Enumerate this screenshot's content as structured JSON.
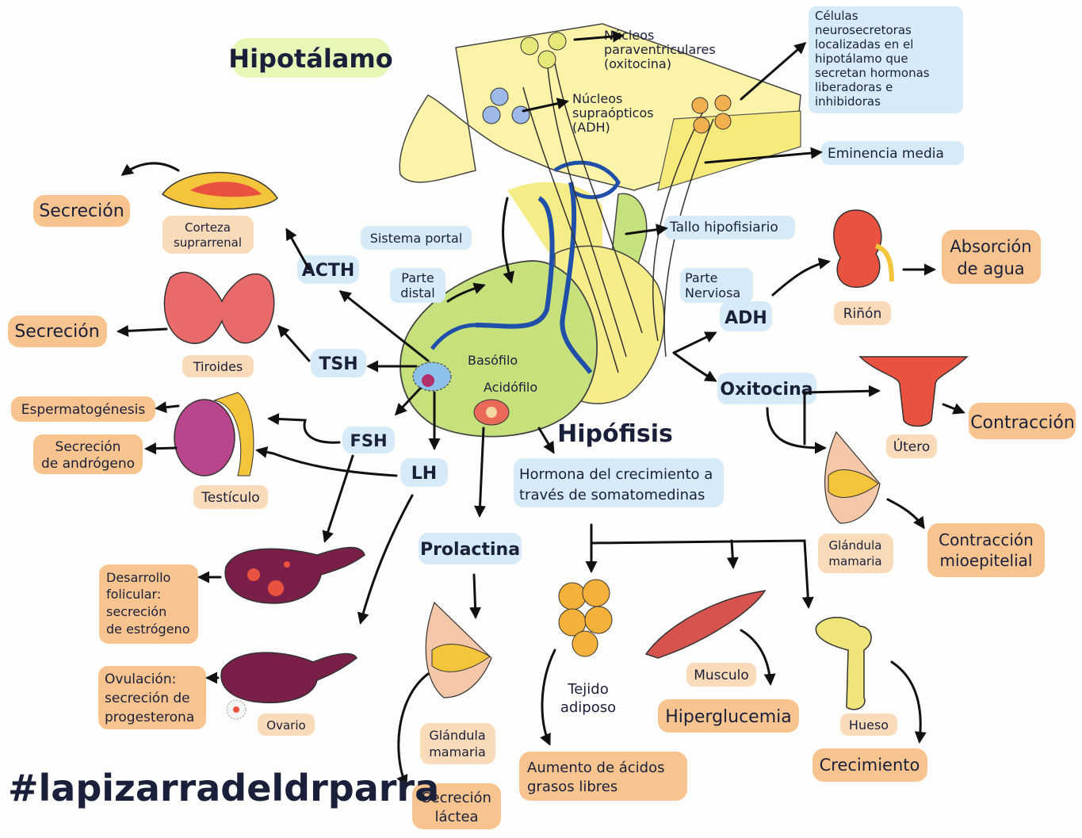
{
  "title_hypothalamus": "Hipotálamo",
  "title_pituitary": "Hipófisis",
  "hashtag": "#lapizarradeldrparra",
  "top": {
    "paraventricular": [
      "Núcleos",
      "paraventriculares",
      "(oxitocina)"
    ],
    "supraoptic": [
      "Núcleos",
      "supraópticos",
      "(ADH)"
    ],
    "neurosecretory": [
      "Células",
      "neurosecretoras",
      "localizadas en el",
      "hipotálamo que",
      "secretan hormonas",
      "liberadoras e",
      "inhibidoras"
    ],
    "median_eminence": "Eminencia media",
    "stalk": "Tallo hipofisiario",
    "portal": "Sistema portal",
    "pars_distalis": [
      "Parte",
      "distal"
    ],
    "pars_nervosa": [
      "Parte",
      "Nerviosa"
    ],
    "basophil": "Basófilo",
    "acidophil": "Acidófilo"
  },
  "hormones": {
    "acth": "ACTH",
    "tsh": "TSH",
    "fsh": "FSH",
    "lh": "LH",
    "adh": "ADH",
    "oxytocin": "Oxitocina",
    "prolactin": "Prolactina",
    "gh": [
      "Hormona del crecimiento a",
      "través de somatomedinas"
    ]
  },
  "organs": {
    "adrenal": [
      "Corteza",
      "suprarrenal"
    ],
    "thyroid": "Tiroides",
    "testis": "Testículo",
    "ovary": "Ovario",
    "kidney": "Riñón",
    "uterus": "Útero",
    "mammary_right": [
      "Glándula",
      "mamaria"
    ],
    "mammary_bottom": [
      "Glándula",
      "mamaria"
    ],
    "adipose": [
      "Tejido",
      "adiposo"
    ],
    "muscle": "Musculo",
    "bone": "Hueso"
  },
  "effects": {
    "secretion_adrenal": "Secreción",
    "secretion_thyroid": "Secreción",
    "spermatogenesis": "Espermatogénesis",
    "androgen": [
      "Secreción",
      "de andrógeno"
    ],
    "follicular": [
      "Desarrollo",
      "folicular:",
      "secreción",
      "de estrógeno"
    ],
    "ovulation": [
      "Ovulación:",
      "secreción de",
      "progesterona"
    ],
    "water": [
      "Absorción",
      "de agua"
    ],
    "contraction": "Contracción",
    "myoepithelial": [
      "Contracción",
      "mioepitelial"
    ],
    "milk": [
      "Secreción",
      "láctea"
    ],
    "fatty_acids": [
      "Aumento de ácidos",
      "grasos libres"
    ],
    "hyperglycemia": "Hiperglucemia",
    "growth": "Crecimiento"
  }
}
